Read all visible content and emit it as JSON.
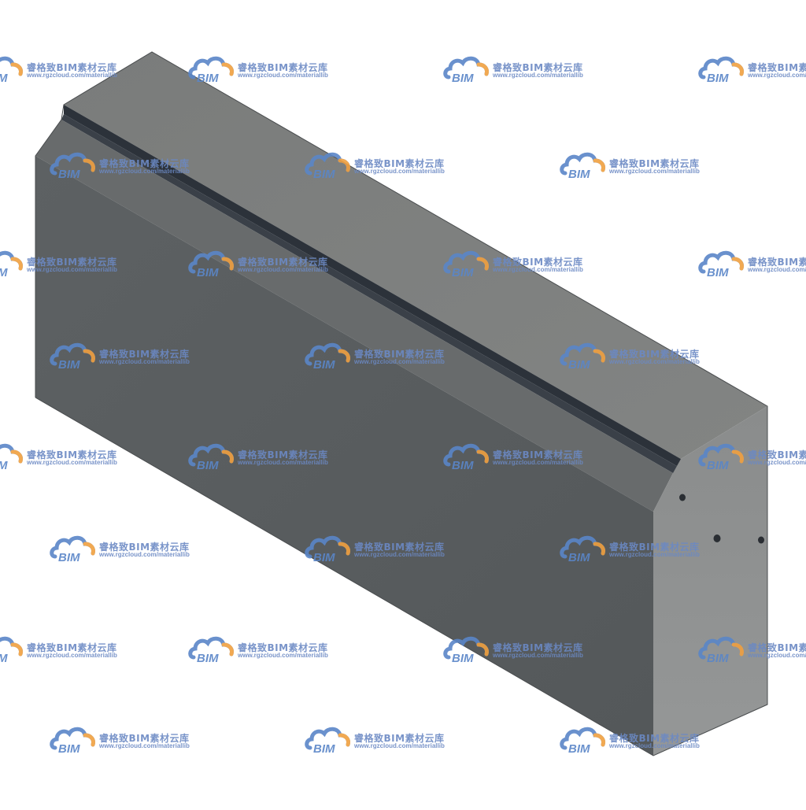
{
  "watermark": {
    "logo_text": "BIM",
    "brand_text": "睿格致BIM素材云库",
    "url_text": "www.rgzcloud.com/materiallib",
    "logo_icon": "cloud-bim-logo-icon",
    "colors": {
      "cloud_blue": "#5a86c8",
      "cloud_orange": "#f0a040",
      "text_blue": "#6b89c4"
    }
  },
  "model": {
    "icon": "curb-stone-3d-icon",
    "colors": {
      "top_face": "#7d7f7e",
      "front_face": "#5a5d5f",
      "side_face": "#8e9090",
      "groove": "#2b3138",
      "chamfer": "#6a6d6e"
    }
  }
}
